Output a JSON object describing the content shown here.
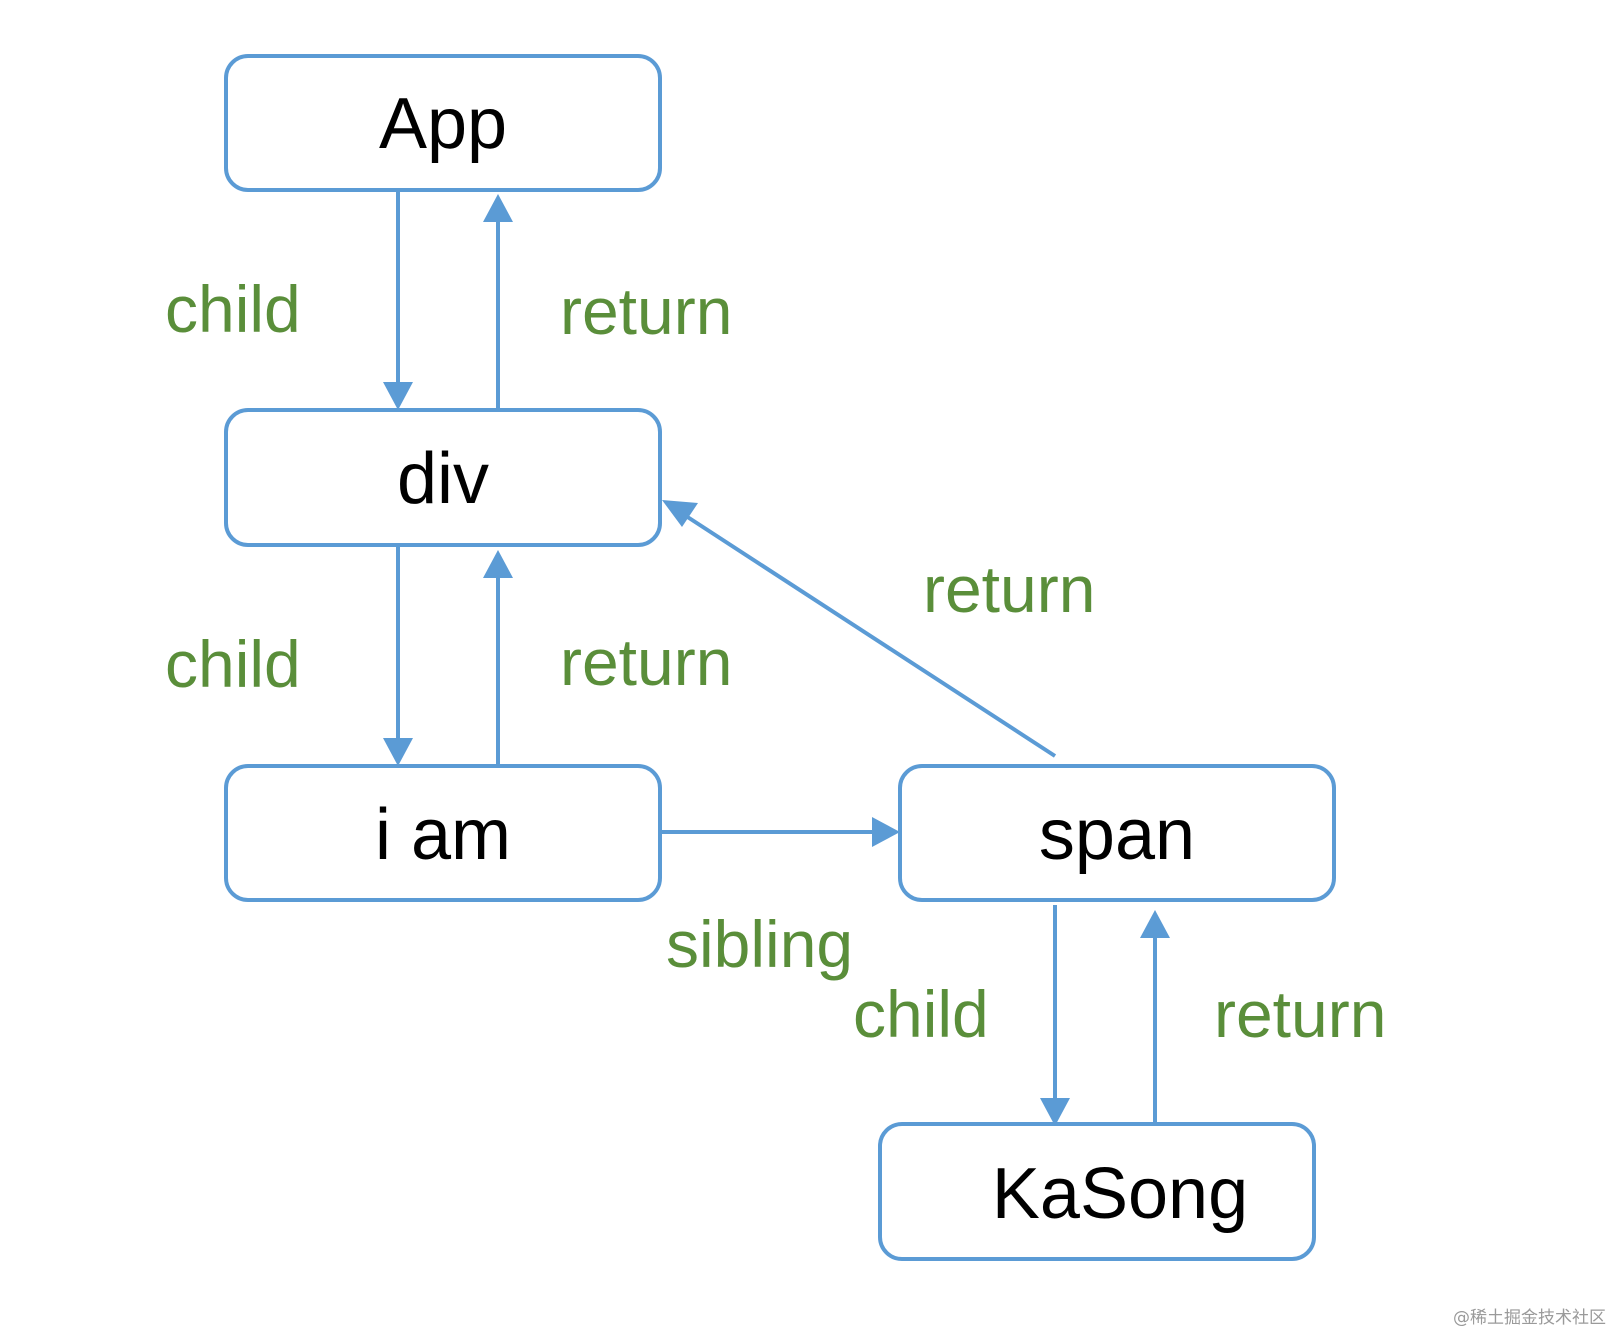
{
  "colors": {
    "node_stroke": "#5b9bd5",
    "node_text": "#000000",
    "edge": "#5b9bd5",
    "edge_label": "#5a8e3a",
    "watermark": "#9a9a9a"
  },
  "nodes": {
    "app": "App",
    "div": "div",
    "iam": "i am",
    "span": "span",
    "kasong": "KaSong"
  },
  "edges": {
    "app_div_child": "child",
    "div_app_return": "return",
    "div_iam_child": "child",
    "iam_div_return": "return",
    "span_div_return": "return",
    "iam_span_sibling": "sibling",
    "span_kasong_child": "child",
    "kasong_span_return": "return"
  },
  "watermark": "@稀土掘金技术社区"
}
